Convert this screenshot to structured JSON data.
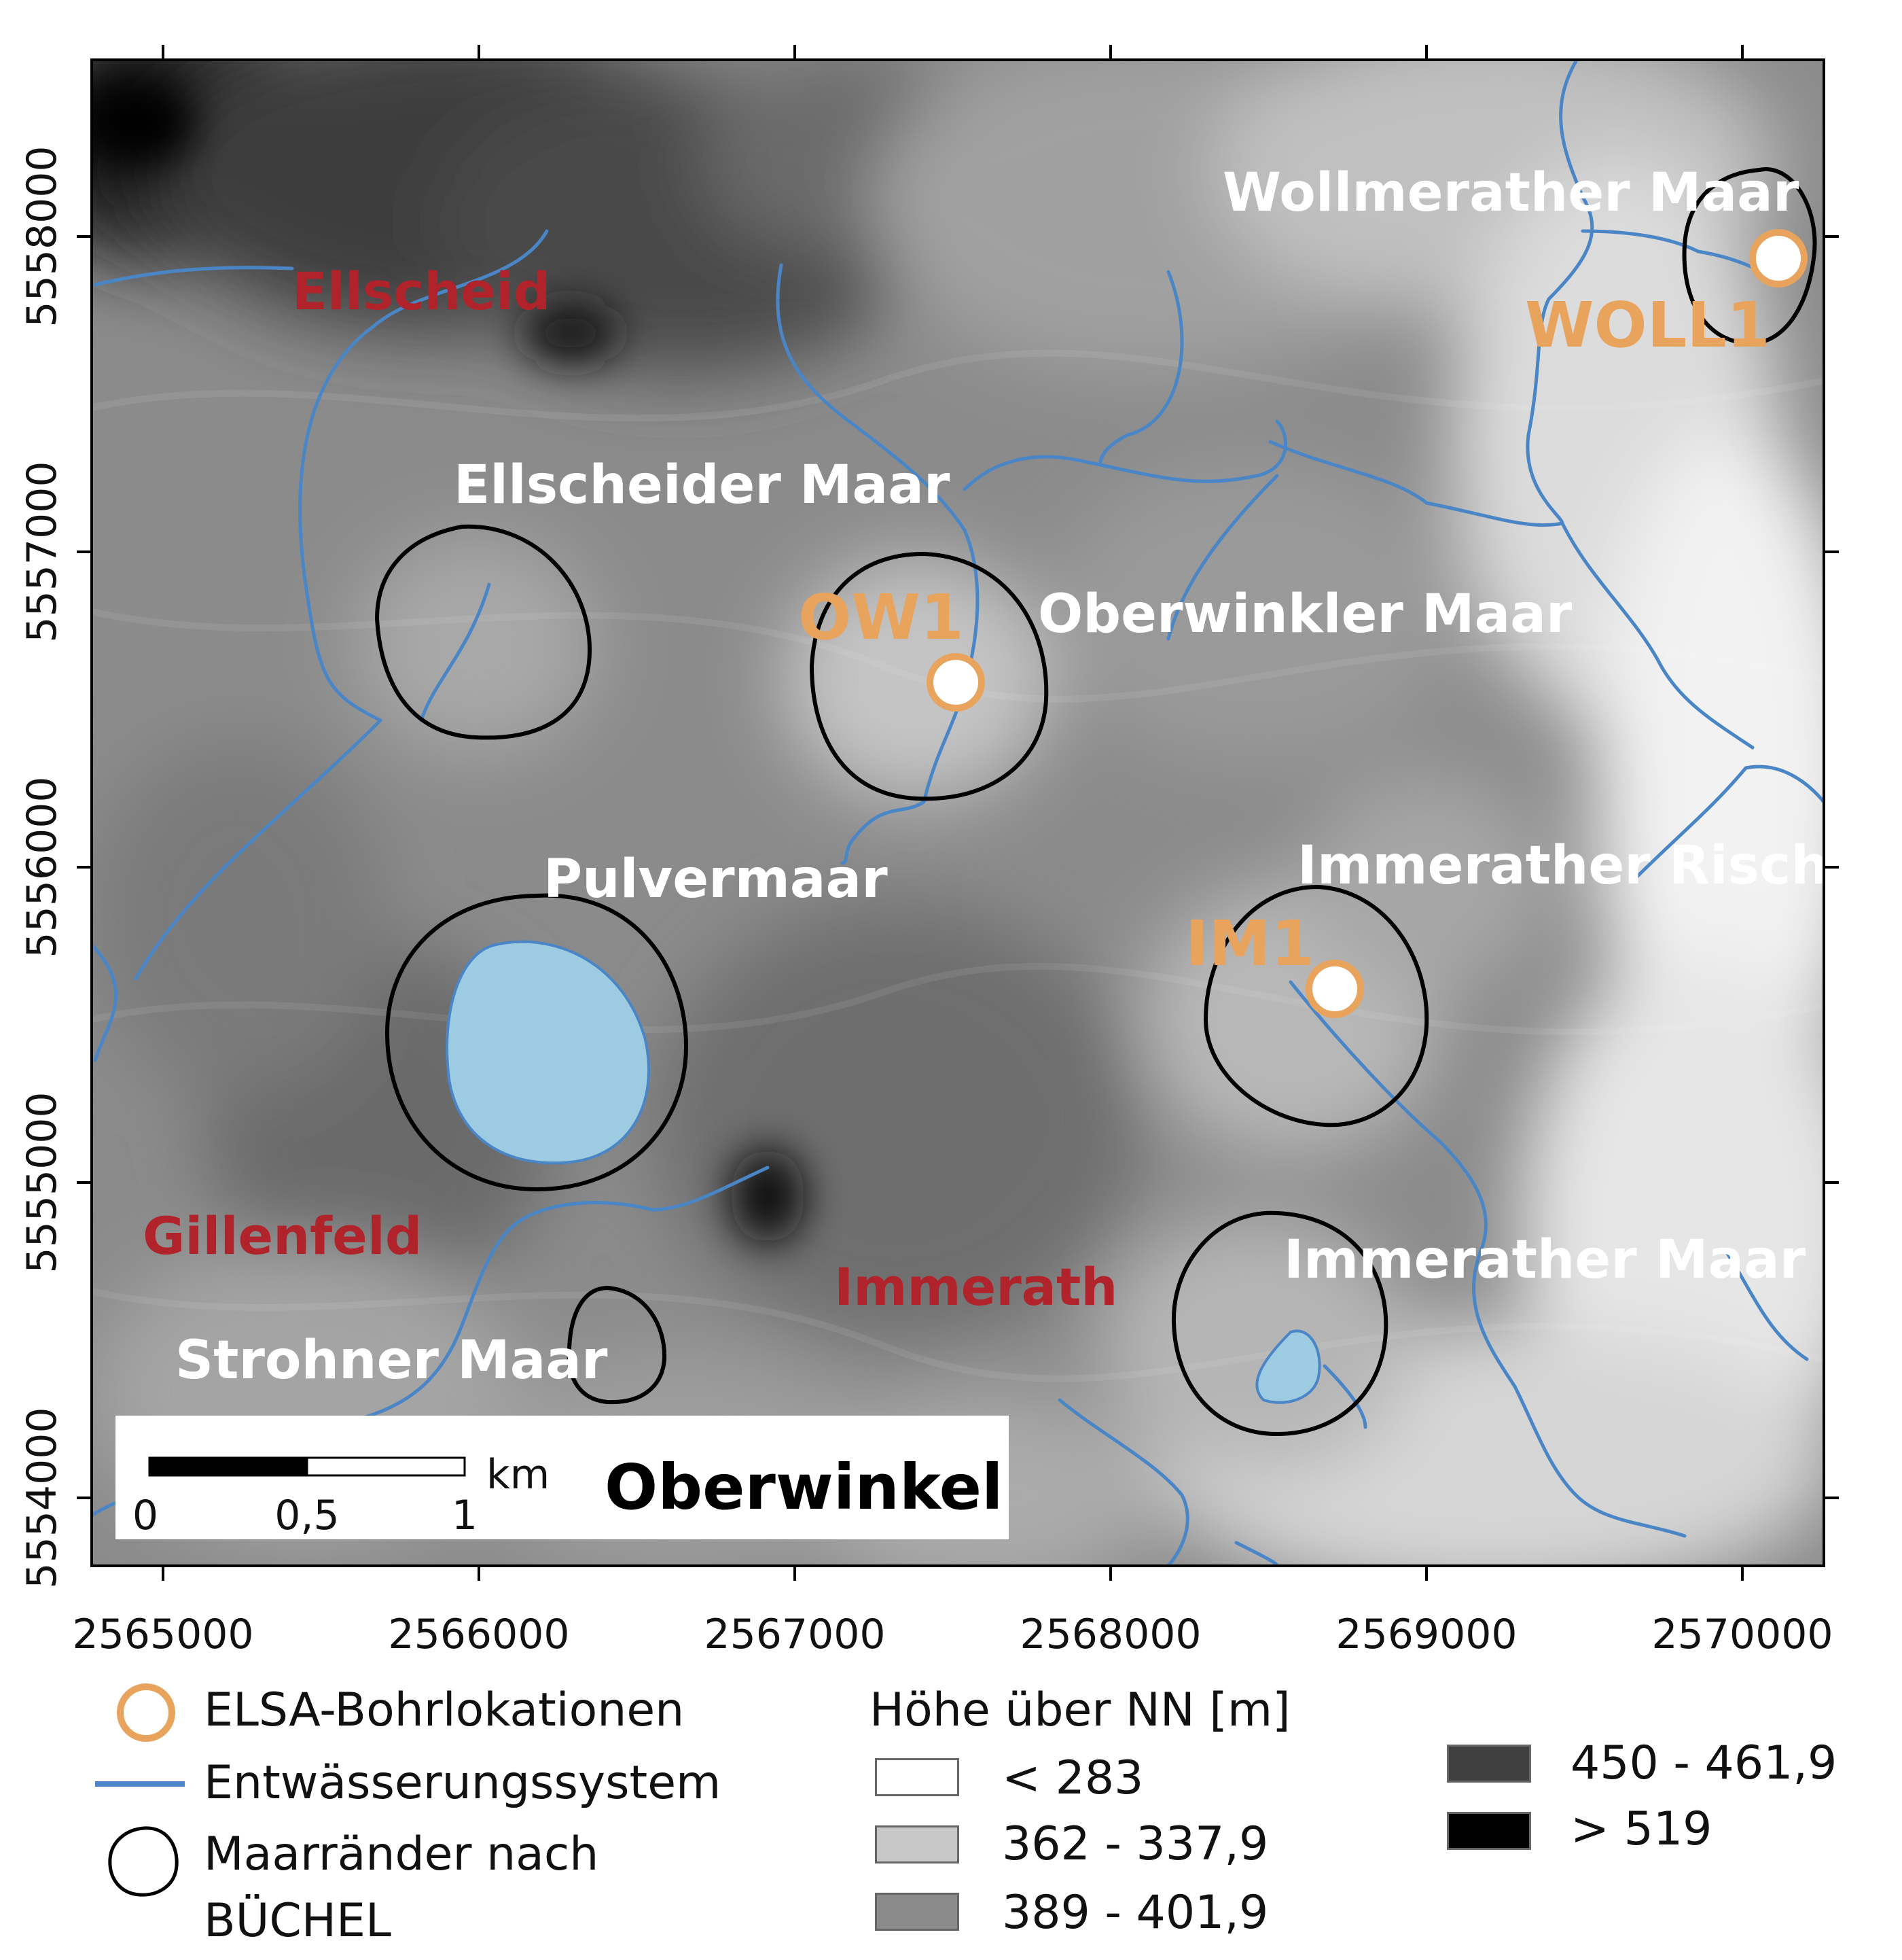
{
  "map": {
    "title": "Oberwinkel",
    "x_ticks": [
      "2565000",
      "2566000",
      "2567000",
      "2568000",
      "2569000",
      "2570000"
    ],
    "y_ticks": [
      "5558000",
      "5557000",
      "5556000",
      "5555000",
      "5554000"
    ],
    "maars": [
      {
        "name": "Wollmerather Maar"
      },
      {
        "name": "Ellscheider Maar"
      },
      {
        "name": "Oberwinkler Maar"
      },
      {
        "name": "Pulvermaar"
      },
      {
        "name": "Immerather Risch"
      },
      {
        "name": "Immerather Maar"
      },
      {
        "name": "Strohner Maar"
      }
    ],
    "villages": [
      "Ellscheid",
      "Gillenfeld",
      "Immerath"
    ],
    "boreholes": [
      "WOLL1",
      "OW1",
      "IM1"
    ],
    "scale_bar": {
      "unit": "km",
      "labels": [
        "0",
        "0,5",
        "1"
      ]
    }
  },
  "legend": {
    "boreholes": "ELSA-Bohrlokationen",
    "drainage": "Entwässerungssystem",
    "maar_rims_line1": "Maarränder nach",
    "maar_rims_line2": "BÜCHEL",
    "elevation_title": "Höhe über NN [m]",
    "classes": [
      {
        "label": "< 283",
        "color": "#ffffff"
      },
      {
        "label": "362 - 337,9",
        "color": "#c8c8c8"
      },
      {
        "label": "389 - 401,9",
        "color": "#8a8a8a"
      },
      {
        "label": "450 - 461,9",
        "color": "#404040"
      },
      {
        "label": "> 519",
        "color": "#000000"
      }
    ]
  },
  "colors": {
    "drainage": "#4a86c6",
    "water": "#9ccbe2",
    "borehole_ring": "#e8a35c",
    "village_text": "#b0232a"
  }
}
